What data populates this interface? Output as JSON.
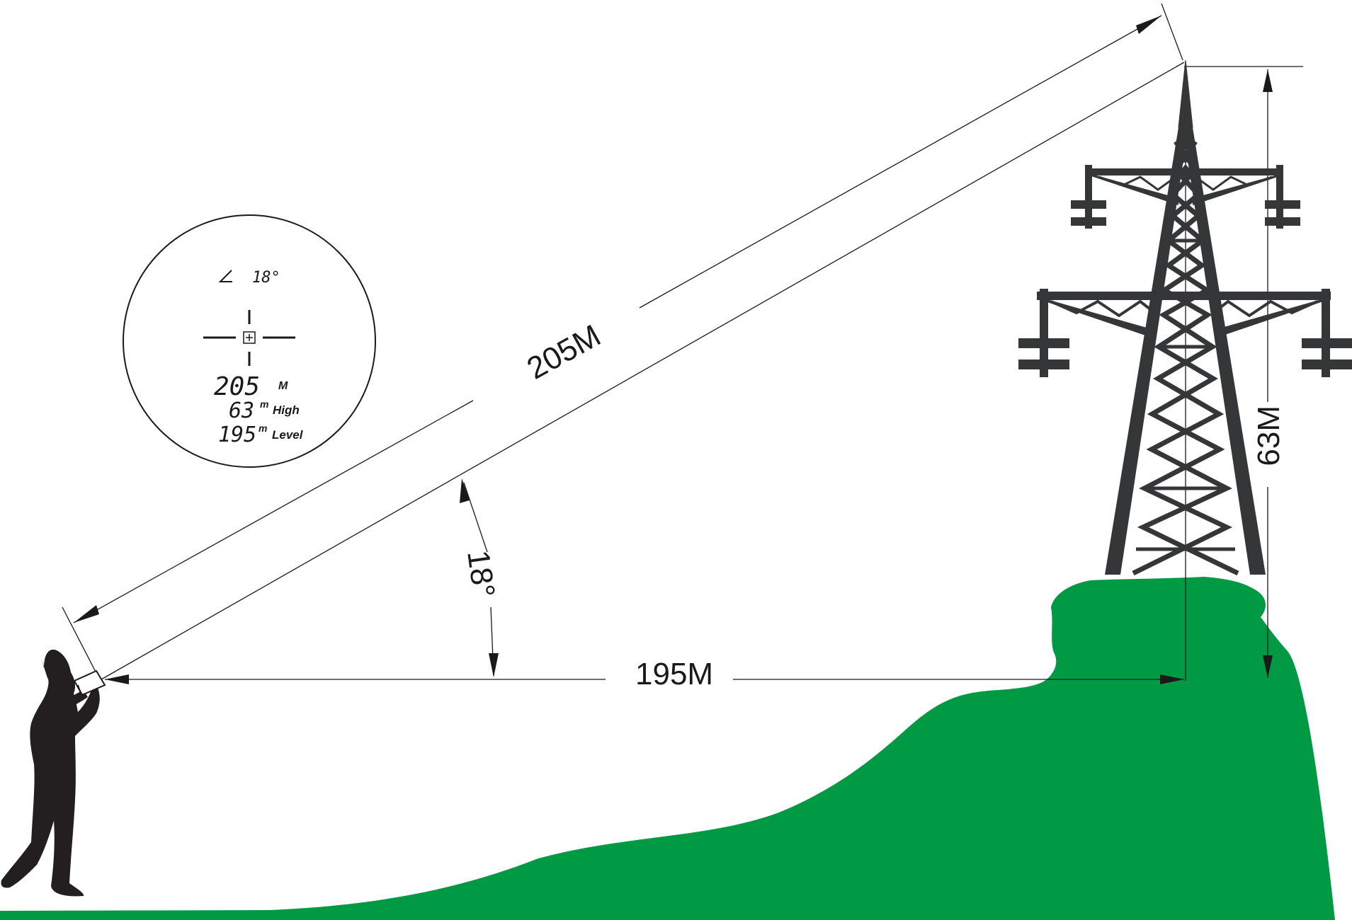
{
  "measurements": {
    "slope_distance": "205M",
    "horizontal_distance": "195M",
    "height": "63M",
    "angle": "18°"
  },
  "viewfinder": {
    "angle_value": "18°",
    "distance_value": "205",
    "distance_unit": "M",
    "height_value": "63",
    "height_unit": "m",
    "height_label": "High",
    "level_value": "195",
    "level_unit": "m",
    "level_label": "Level"
  },
  "colors": {
    "terrain": "#009a44",
    "tower": "#353638",
    "figure": "#231f20",
    "line": "#1a1a1a"
  }
}
